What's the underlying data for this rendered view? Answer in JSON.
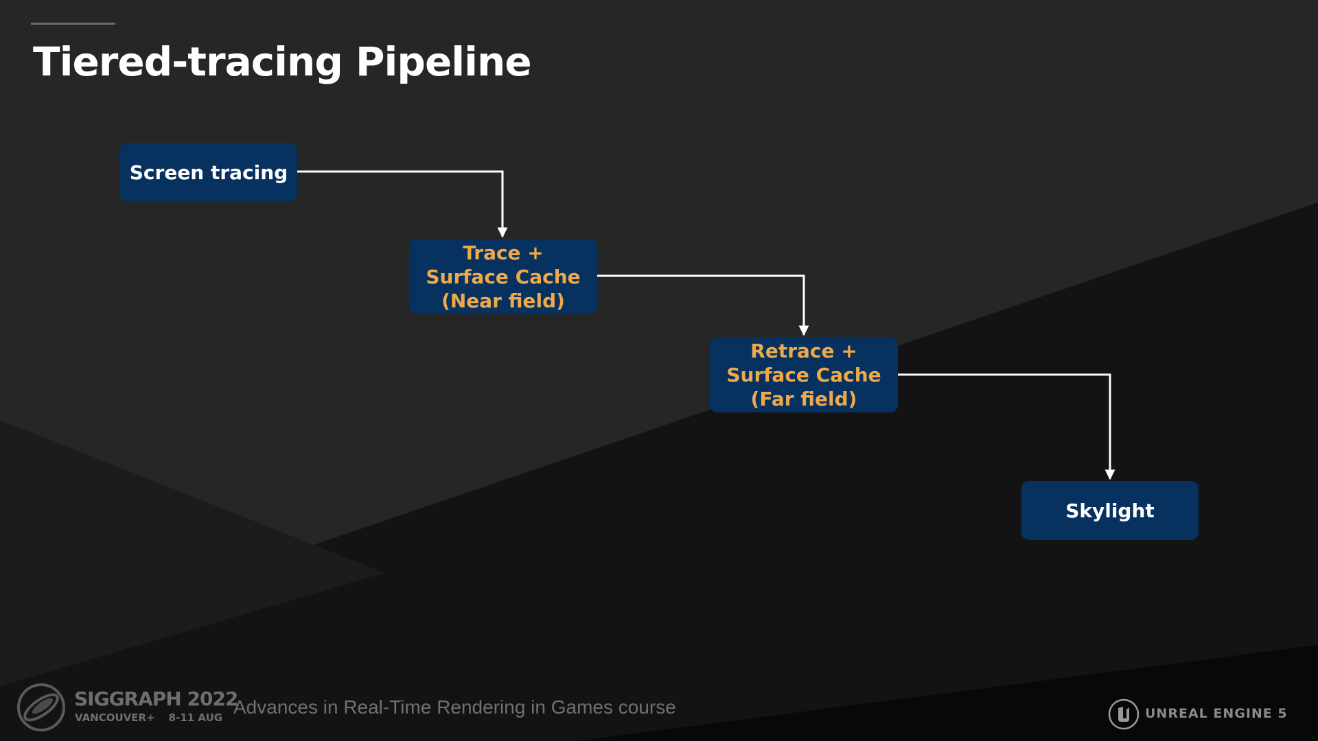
{
  "slide": {
    "title": "Tiered-tracing Pipeline"
  },
  "diagram": {
    "nodes": [
      {
        "id": "screen",
        "lines": [
          "Screen tracing"
        ],
        "text_color": "#ffffff"
      },
      {
        "id": "trace",
        "lines": [
          "Trace +",
          "Surface Cache",
          "(Near field)"
        ],
        "text_color": "#f0a94a"
      },
      {
        "id": "retrace",
        "lines": [
          "Retrace +",
          "Surface Cache",
          "(Far field)"
        ],
        "text_color": "#f0a94a"
      },
      {
        "id": "sky",
        "lines": [
          "Skylight"
        ],
        "text_color": "#ffffff"
      }
    ],
    "edges": [
      {
        "from": "screen",
        "to": "trace"
      },
      {
        "from": "trace",
        "to": "retrace"
      },
      {
        "from": "retrace",
        "to": "sky"
      }
    ],
    "node_fill": "#07325f",
    "connector_color": "#ffffff"
  },
  "footer": {
    "conference": "SIGGRAPH 2022",
    "location": "VANCOUVER+",
    "dates": "8-11 AUG",
    "course": "Advances in Real-Time Rendering in Games course",
    "engine": "UNREAL ENGINE 5",
    "siggraph_logo_icon": "siggraph-swirl-icon",
    "engine_logo_icon": "unreal-logo-icon"
  },
  "colors": {
    "background": "#262626",
    "accent_text": "#f0a94a"
  }
}
